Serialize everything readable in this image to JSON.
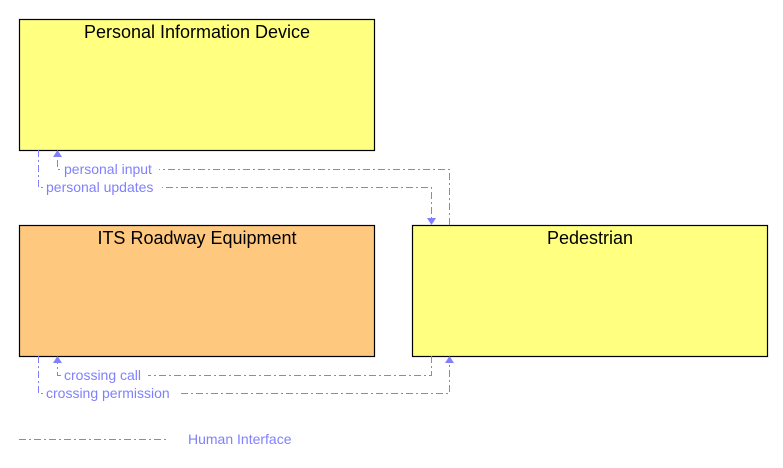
{
  "elements": [
    {
      "id": "pid",
      "label": "Personal Information Device",
      "color": "#ffff80"
    },
    {
      "id": "its",
      "label": "ITS Roadway Equipment",
      "color": "#ffc87f"
    },
    {
      "id": "ped",
      "label": "Pedestrian",
      "color": "#ffff80"
    }
  ],
  "flows": [
    {
      "label": "personal input",
      "from": "Pedestrian",
      "to": "Personal Information Device"
    },
    {
      "label": "personal updates",
      "from": "Personal Information Device",
      "to": "Pedestrian"
    },
    {
      "label": "crossing call",
      "from": "Pedestrian",
      "to": "ITS Roadway Equipment"
    },
    {
      "label": "crossing permission",
      "from": "ITS Roadway Equipment",
      "to": "Pedestrian"
    }
  ],
  "legend": {
    "label": "Human Interface",
    "color": "#8080ff"
  }
}
